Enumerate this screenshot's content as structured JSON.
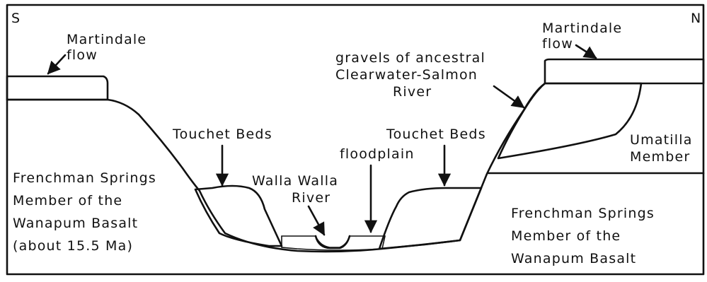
{
  "diagram": {
    "compass": {
      "south": "S",
      "north": "N"
    },
    "labels": {
      "martindale_left": [
        "Martindale",
        "flow"
      ],
      "martindale_right": [
        "Martindale",
        "flow"
      ],
      "touchet_left": "Touchet Beds",
      "touchet_right": "Touchet Beds",
      "gravels": [
        "gravels of ancestral",
        "Clearwater-Salmon",
        "River"
      ],
      "floodplain": "floodplain",
      "walla_walla": [
        "Walla Walla",
        "River"
      ],
      "umatilla": [
        "Umatilla",
        "Member"
      ],
      "frenchman_left": [
        "Frenchman Springs",
        "Member of the",
        "Wanapum Basalt",
        "(about 15.5 Ma)"
      ],
      "frenchman_right": [
        "Frenchman Springs",
        "Member of the",
        "Wanapum Basalt"
      ]
    },
    "colors": {
      "ink": "#111111",
      "background": "#ffffff",
      "floodplain_fill": "#e8e8e8"
    }
  }
}
